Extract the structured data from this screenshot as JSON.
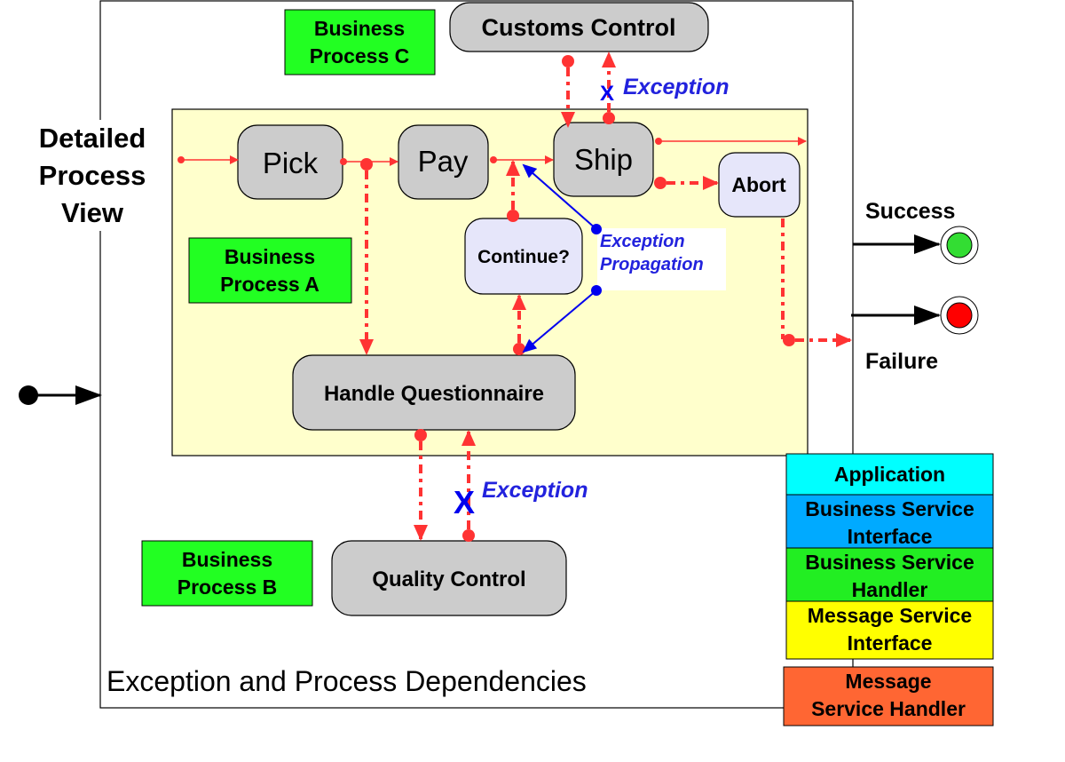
{
  "title": "Exception and Process Dependencies",
  "side_label": [
    "Detailed",
    "Process",
    "View"
  ],
  "process_labels": {
    "a": [
      "Business",
      "Process A"
    ],
    "b": [
      "Business",
      "Process B"
    ],
    "c": [
      "Business",
      "Process C"
    ]
  },
  "nodes": {
    "customs": "Customs Control",
    "pick": "Pick",
    "pay": "Pay",
    "ship": "Ship",
    "abort": "Abort",
    "continue": "Continue?",
    "handle": "Handle Questionnaire",
    "quality": "Quality Control"
  },
  "exception_label": "Exception",
  "propagation_label": [
    "Exception",
    "Propagation"
  ],
  "outcomes": {
    "success": "Success",
    "failure": "Failure",
    "success_color": "#33dd33",
    "failure_color": "#ff0000"
  },
  "legend": [
    {
      "label": [
        "Application"
      ],
      "color": "#00ffff"
    },
    {
      "label": [
        "Business Service",
        "Interface"
      ],
      "color": "#00aaff"
    },
    {
      "label": [
        "Business Service",
        "Handler"
      ],
      "color": "#22ee22"
    },
    {
      "label": [
        "Message Service",
        "Interface"
      ],
      "color": "#ffff00"
    },
    {
      "label": [
        "Message",
        "Service Handler"
      ],
      "color": "#ff6633"
    }
  ],
  "colors": {
    "inner_bg": "#ffffcc",
    "flow": "#ff3333",
    "exception": "#2222dd"
  }
}
